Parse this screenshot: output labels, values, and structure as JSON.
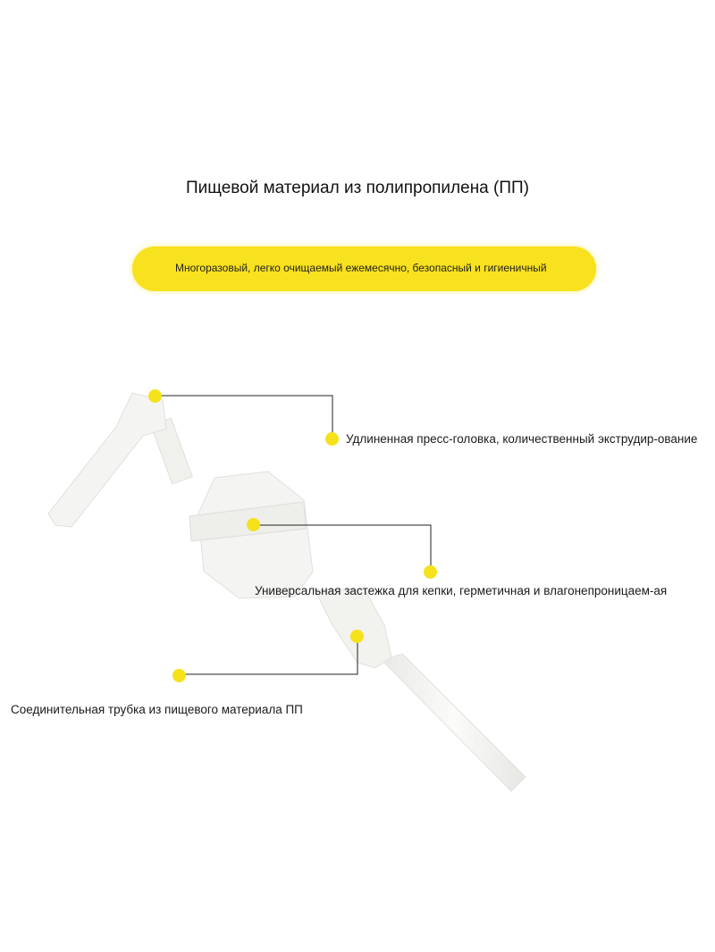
{
  "title": "Пищевой материал из полипропилена (ПП)",
  "banner": "Многоразовый, легко очищаемый ежемесячно, безопасный и гигиеничный",
  "callouts": {
    "press_head": "Удлиненная пресс-головка, количественный экструдир-ование",
    "cap": "Универсальная застежка для кепки, герметичная и влагонепроницаем-ая",
    "tube": "Соединительная трубка из пищевого материала ПП"
  },
  "colors": {
    "accent": "#f8e11e",
    "product": "#f3f3f1",
    "line": "#222222"
  }
}
